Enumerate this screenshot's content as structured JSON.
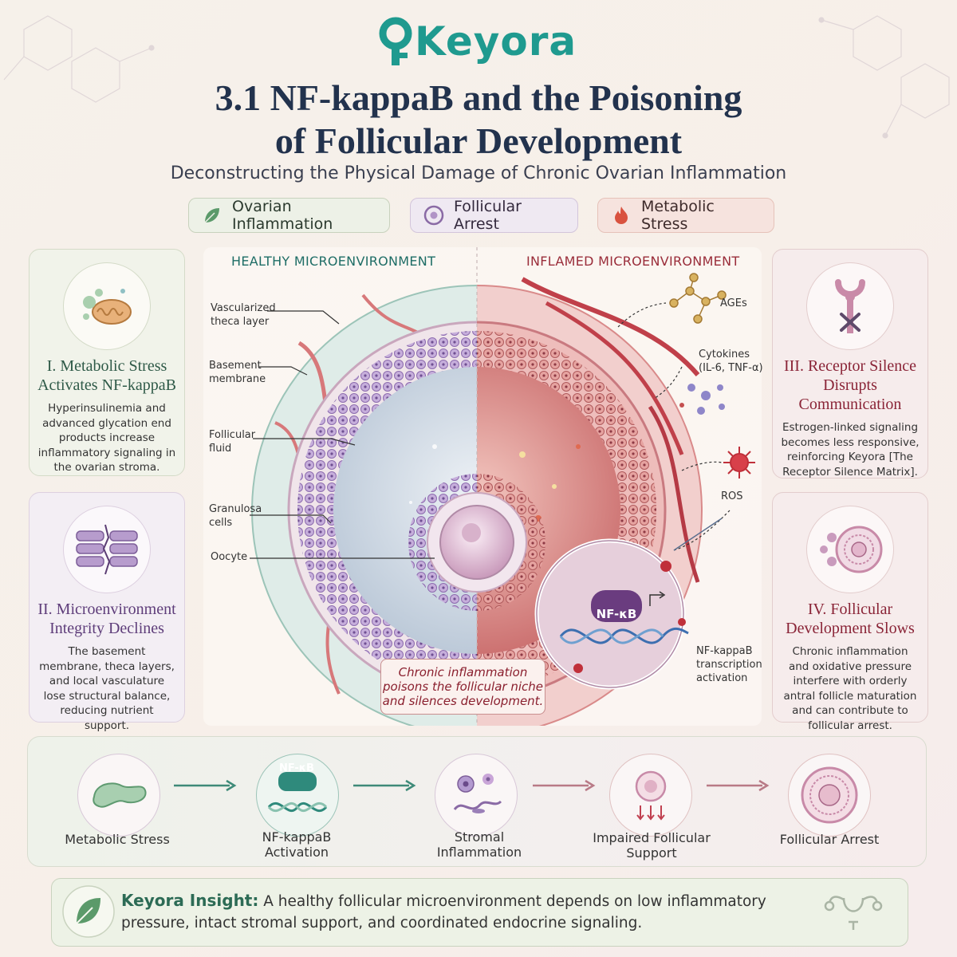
{
  "brand": "Keyora",
  "title_line1": "3.1 NF-kappaB and the Poisoning",
  "title_line2": "of Follicular Development",
  "subtitle": "Deconstructing the Physical Damage of Chronic Ovarian Inflammation",
  "tags": [
    {
      "label": "Ovarian Inflammation",
      "icon": "leaf-icon"
    },
    {
      "label": "Follicular Arrest",
      "icon": "follicle-icon"
    },
    {
      "label": "Metabolic Stress",
      "icon": "flame-icon"
    }
  ],
  "cards": {
    "c1": {
      "title": "I. Metabolic Stress Activates NF-kappaB",
      "body": "Hyperinsulinemia and advanced glycation end products increase inflammatory signaling in the ovarian stroma."
    },
    "c2": {
      "title": "II. Microenvironment Integrity Declines",
      "body": "The basement membrane, theca layers, and local vasculature lose structural balance, reducing nutrient support."
    },
    "c3": {
      "title": "III. Receptor Silence Disrupts Communication",
      "body": "Estrogen-linked signaling becomes less responsive, reinforcing Keyora [The Receptor Silence Matrix]."
    },
    "c4": {
      "title": "IV. Follicular Development Slows",
      "body": "Chronic inflammation and oxidative pressure interfere with orderly antral follicle maturation and can contribute to follicular arrest."
    }
  },
  "diagram": {
    "healthy_heading": "HEALTHY MICROENVIRONMENT",
    "inflamed_heading": "INFLAMED MICROENVIRONMENT",
    "labels": {
      "theca": "Vascularized theca layer",
      "basement": "Basement membrane",
      "fluid": "Follicular fluid",
      "granulosa": "Granulosa cells",
      "oocyte": "Oocyte",
      "ages": "AGEs",
      "cytokines": "Cytokines (IL-6, TNF-α)",
      "ros": "ROS",
      "nfkb_badge": "NF-κB",
      "nfkb_caption": "NF-kappaB transcription activation"
    },
    "callout": "Chronic inflammation poisons the follicular niche and silences development."
  },
  "flow": [
    {
      "label": "Metabolic Stress",
      "icon": "pancreas-icon"
    },
    {
      "label": "NF-kappaB Activation",
      "icon": "dna-icon",
      "badge": "NF-κB"
    },
    {
      "label": "Stromal Inflammation",
      "icon": "stroma-cells-icon"
    },
    {
      "label": "Impaired Follicular Support",
      "icon": "impaired-follicle-icon"
    },
    {
      "label": "Follicular Arrest",
      "icon": "arrested-follicle-icon"
    }
  ],
  "insight": {
    "lead": "Keyora Insight:",
    "text": "A healthy follicular microenvironment depends on low inflammatory pressure, intact stromal support, and coordinated endocrine signaling."
  },
  "colors": {
    "brand": "#1f9a8f",
    "title": "#22324d",
    "healthy": "#1e6d66",
    "inflamed": "#9a2d3a",
    "purple": "#5e3d7a"
  }
}
